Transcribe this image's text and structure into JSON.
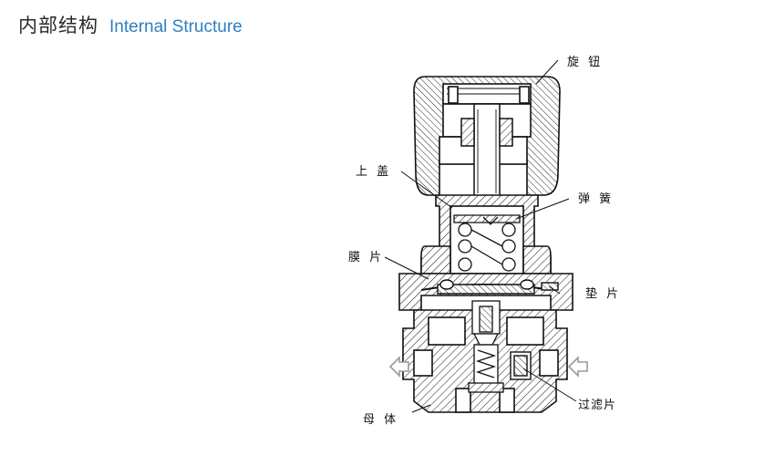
{
  "header": {
    "title_cn": "内部结构",
    "title_en": "Internal Structure"
  },
  "labels": {
    "knob": "旋 钮",
    "upper_cover": "上 盖",
    "spring": "弹 簧",
    "diaphragm": "膜 片",
    "gasket": "垫 片",
    "filter": "过滤片",
    "body": "母 体"
  },
  "colors": {
    "title_en": "#2f7fc1",
    "line": "#111111",
    "arrow_gray": "#9a9a9a"
  },
  "icons": {
    "outlet_arrow": "arrow-left-outline",
    "inlet_arrow": "arrow-left-outline"
  }
}
